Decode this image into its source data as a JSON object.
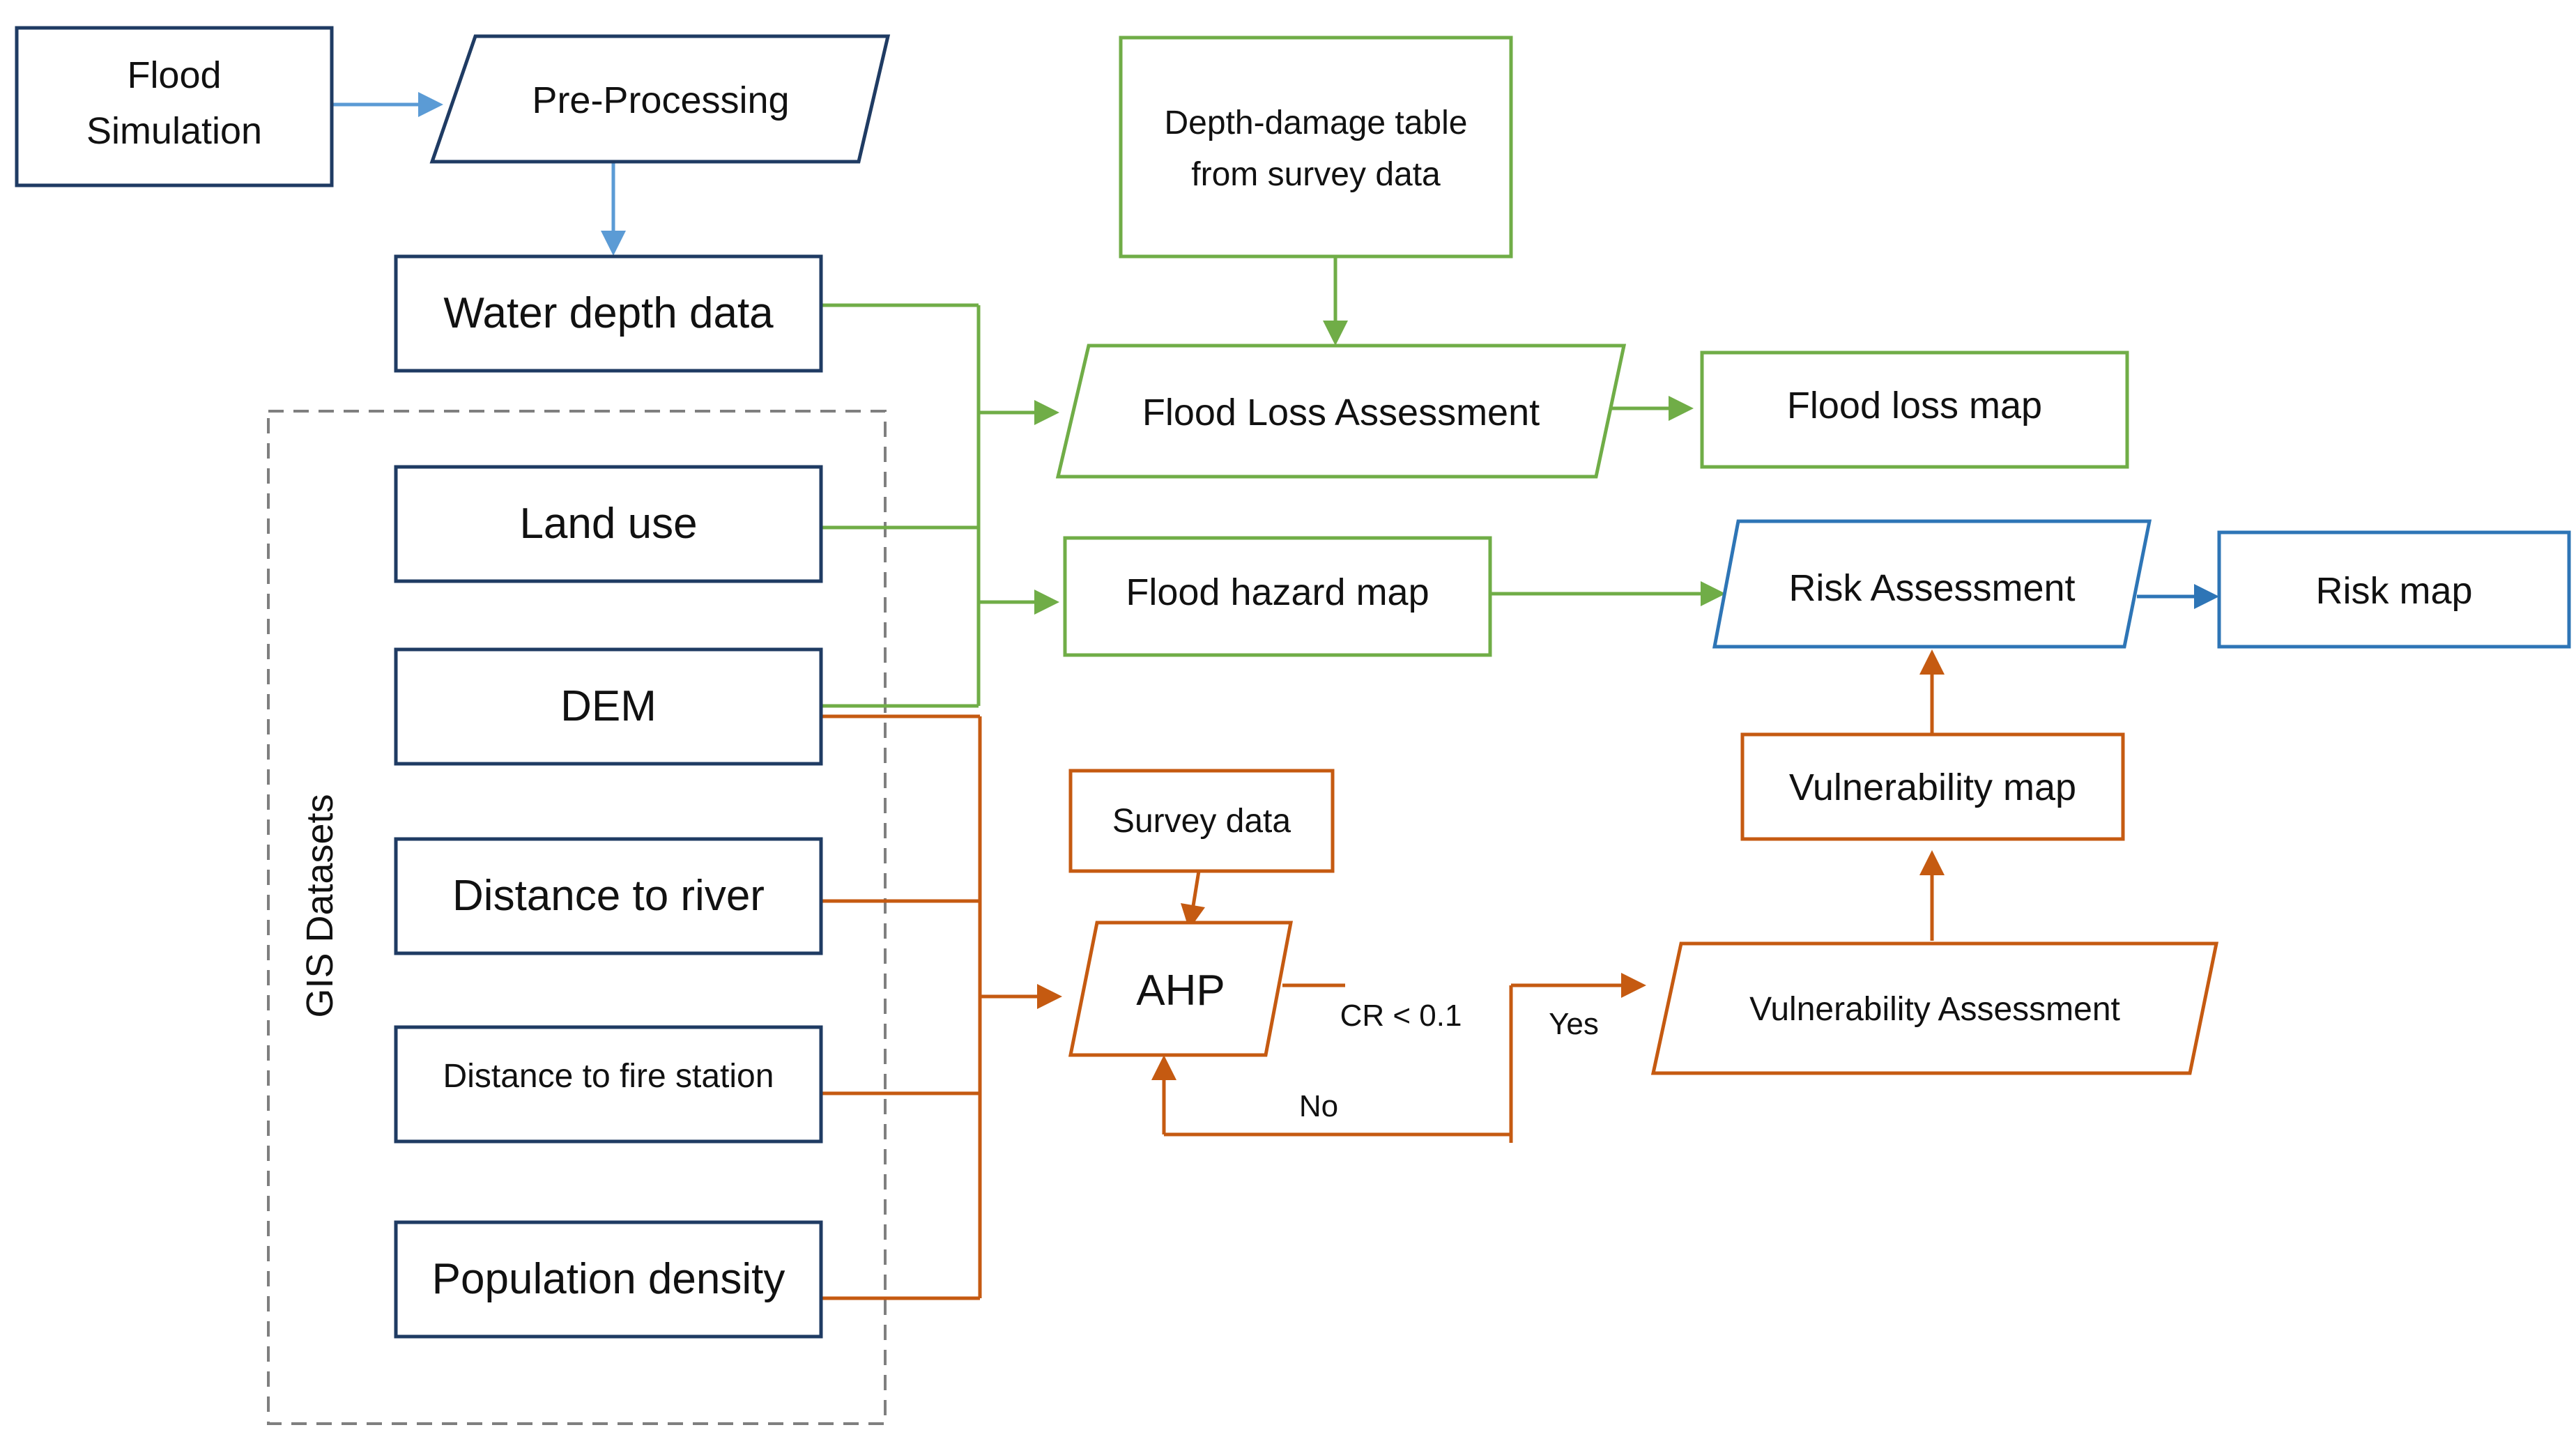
{
  "colors": {
    "navy": "#1f3b63",
    "light_blue": "#5b9bd5",
    "green": "#70ad47",
    "orange": "#c55a11",
    "blue": "#2e75b6",
    "gray": "#7f7f7f"
  },
  "nodes": {
    "flood_simulation": [
      "Flood",
      "Simulation"
    ],
    "pre_processing": "Pre-Processing",
    "water_depth_data": "Water depth data",
    "depth_damage_table": [
      "Depth-damage table",
      "from survey data"
    ],
    "flood_loss_assessment": "Flood Loss Assessment",
    "flood_loss_map": "Flood loss map",
    "land_use": "Land use",
    "flood_hazard_map": "Flood hazard map",
    "risk_assessment": "Risk Assessment",
    "risk_map": "Risk map",
    "dem": "DEM",
    "vulnerability_map": "Vulnerability map",
    "survey_data": "Survey data",
    "distance_to_river": "Distance to river",
    "ahp": "AHP",
    "vulnerability_assessment": "Vulnerability Assessment",
    "distance_to_fire_station": "Distance to fire station",
    "population_density": "Population density"
  },
  "group_label": "GIS Datasets",
  "edge_labels": {
    "condition": "CR < 0.1",
    "yes": "Yes",
    "no": "No"
  }
}
